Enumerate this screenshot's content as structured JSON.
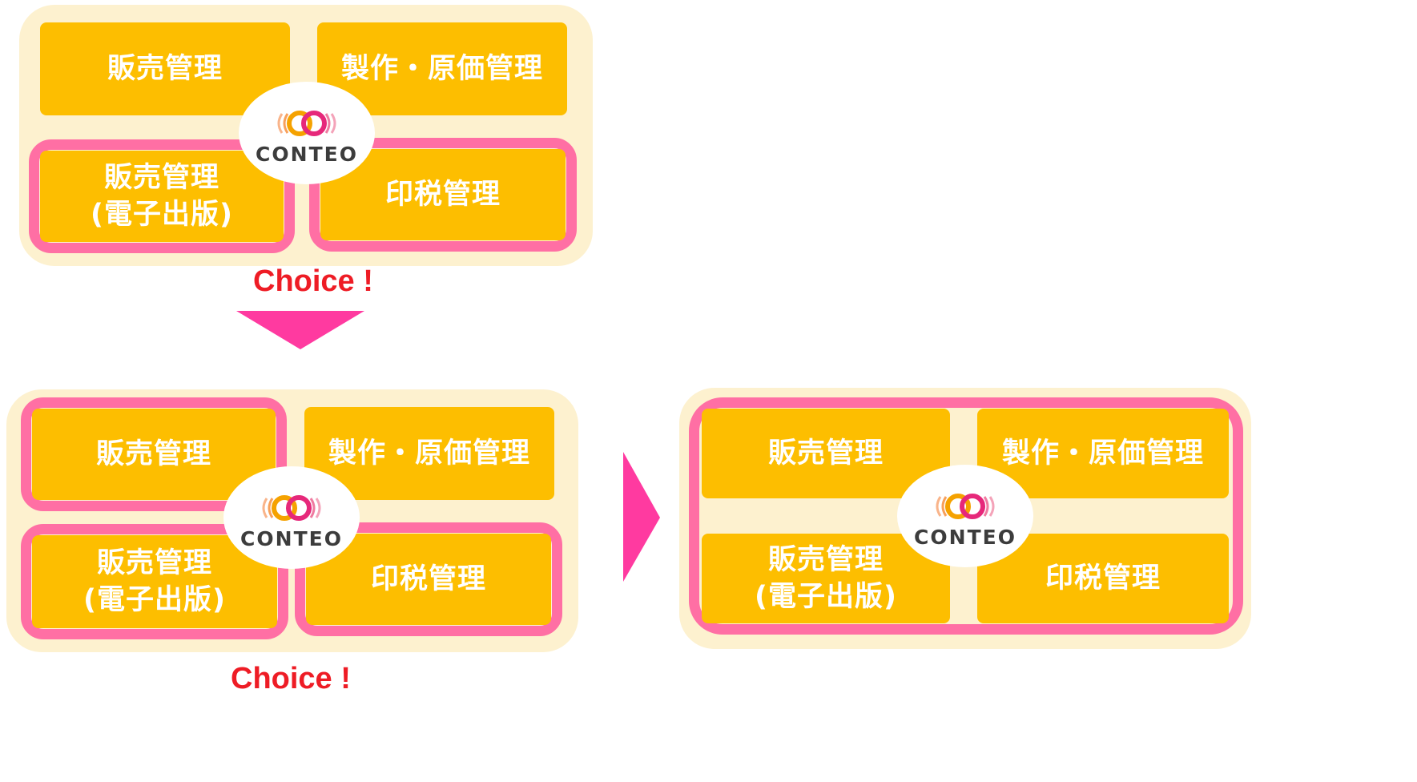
{
  "labels": {
    "sales": "販売管理",
    "production": "製作・原価管理",
    "sales_ebook": "販売管理\n(電子出版)",
    "royalty": "印税管理"
  },
  "logo_text": "CONTEO",
  "choice_text": "Choice !",
  "colors": {
    "module_fill": "#fdbe00",
    "panel_bg": "#fdf1cf",
    "selection_border": "#ff6fa4",
    "arrow": "#ff3aa0",
    "choice_text": "#ee1c25"
  }
}
